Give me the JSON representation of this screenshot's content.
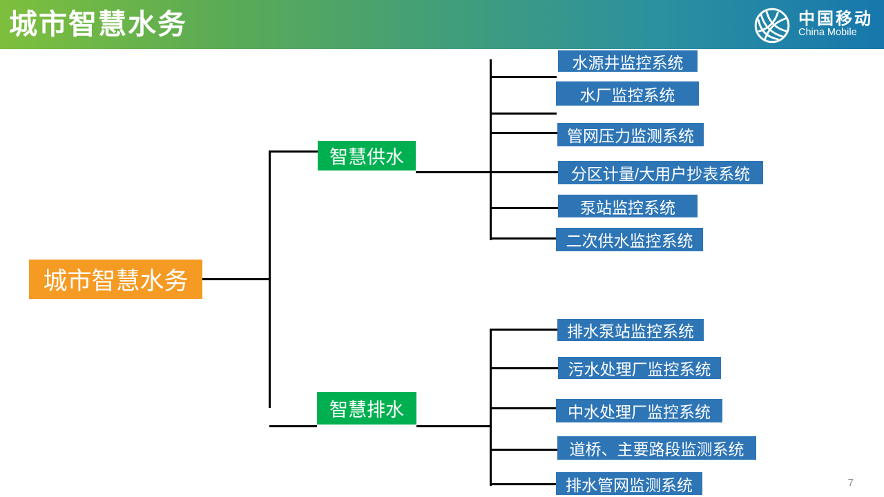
{
  "header": {
    "title": "城市智慧水务",
    "logo": {
      "icon": "china-mobile-swirl-icon",
      "cn": "中国移动",
      "en": "China Mobile"
    },
    "gradient": {
      "left": "#7DBF3D",
      "mid": "#3D9C80",
      "right": "#1777AD"
    }
  },
  "colors": {
    "root_node": "#F59A23",
    "branch_node": "#00B050",
    "leaf_node": "#2E75B6",
    "connector": "#000000"
  },
  "tree": {
    "root": {
      "label": "城市智慧水务"
    },
    "branches": [
      {
        "label": "智慧供水",
        "children": [
          "水源井监控系统",
          "水厂监控系统",
          "管网压力监测系统",
          "分区计量/大用户抄表系统",
          "泵站监控系统",
          "二次供水监控系统"
        ]
      },
      {
        "label": "智慧排水",
        "children": [
          "排水泵站监控系统",
          "污水处理厂监控系统",
          "中水处理厂监控系统",
          "道桥、主要路段监测系统",
          "排水管网监测系统"
        ]
      }
    ]
  },
  "footer": {
    "page_number": "7"
  }
}
